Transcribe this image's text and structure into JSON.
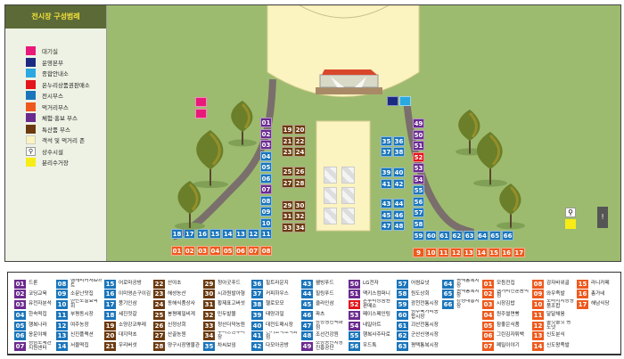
{
  "colors": {
    "purple": "#6a2a8e",
    "blue": "#1a75bb",
    "brown": "#6b3a10",
    "orange": "#ee5a1e",
    "red": "#e3141b",
    "pink": "#e8197a",
    "navy": "#1b2b82",
    "cyan": "#2aa8e0",
    "cream": "#fbf3c0",
    "yellow": "#f7ec16",
    "grass": "#9dbb6e"
  },
  "legend": {
    "title": "전시장 구성범례",
    "items": [
      {
        "label": "대기실",
        "color": "#e8197a"
      },
      {
        "label": "운영본부",
        "color": "#1b2b82"
      },
      {
        "label": "종합안내소",
        "color": "#2aa8e0"
      },
      {
        "label": "온누리상품권판매소",
        "color": "#e3141b"
      },
      {
        "label": "전시부스",
        "color": "#1a75bb"
      },
      {
        "label": "먹거리부스",
        "color": "#ee5a1e"
      },
      {
        "label": "체험·홍보 부스",
        "color": "#6a2a8e"
      },
      {
        "label": "특산품 부스",
        "color": "#6b3a10"
      },
      {
        "label": "객석 및 먹거리 존",
        "color": "#fbf3c0"
      },
      {
        "label": "상수시설",
        "icon": "faucet-icon"
      },
      {
        "label": "분리수거장",
        "color": "#f7ec16"
      }
    ]
  },
  "map": {
    "groups": [
      {
        "name": "left-column",
        "labels": [
          "01",
          "02",
          "03",
          "04",
          "05",
          "06",
          "07",
          "08",
          "09",
          "10"
        ],
        "types": [
          "purple",
          "purple",
          "purple",
          "blue",
          "blue",
          "blue",
          "purple",
          "blue",
          "blue",
          "blue"
        ]
      },
      {
        "name": "left-row",
        "labels": [
          "18",
          "17",
          "16",
          "15",
          "14",
          "13",
          "12",
          "11"
        ],
        "type": "blue"
      },
      {
        "name": "left-food-row",
        "labels": [
          "01",
          "02",
          "03",
          "04",
          "05",
          "06",
          "07",
          "08"
        ],
        "type": "orange"
      },
      {
        "name": "brown-block",
        "labels": [
          "19",
          "20",
          "21",
          "22",
          "23",
          "24",
          "25",
          "26",
          "27",
          "28",
          "29",
          "30",
          "31",
          "32",
          "33",
          "34"
        ],
        "type": "brown"
      },
      {
        "name": "blue-block",
        "labels": [
          "35",
          "36",
          "37",
          "38",
          "39",
          "40",
          "41",
          "42",
          "43",
          "44",
          "45",
          "46",
          "47",
          "48"
        ],
        "type": "blue"
      },
      {
        "name": "right-column",
        "labels": [
          "49",
          "50",
          "51",
          "52",
          "53",
          "54",
          "55",
          "56",
          "57",
          "58"
        ],
        "types": [
          "purple",
          "purple",
          "purple",
          "red",
          "purple",
          "purple",
          "blue",
          "blue",
          "blue",
          "blue"
        ]
      },
      {
        "name": "right-row",
        "labels": [
          "59",
          "60",
          "61",
          "62",
          "63",
          "64",
          "65",
          "66"
        ],
        "type": "blue"
      },
      {
        "name": "right-food-row",
        "labels": [
          "9",
          "10",
          "11",
          "12",
          "13",
          "14",
          "15",
          "16",
          "17"
        ],
        "type": "orange"
      }
    ]
  },
  "directory": [
    [
      [
        "01",
        "드론",
        "purple"
      ],
      [
        "02",
        "코딩교육",
        "purple"
      ],
      [
        "03",
        "유전자분석",
        "purple"
      ],
      [
        "04",
        "한속떡집",
        "blue"
      ],
      [
        "05",
        "행복나라",
        "blue"
      ],
      [
        "06",
        "응운야채",
        "blue"
      ],
      [
        "07",
        "경남도세관지원센터",
        "purple"
      ]
    ],
    [
      [
        "08",
        "행캐리커처&아트",
        "blue"
      ],
      [
        "09",
        "소문난맛집",
        "blue"
      ],
      [
        "10",
        "한반도발효학회",
        "blue"
      ],
      [
        "11",
        "부평동시장",
        "blue"
      ],
      [
        "12",
        "여주농장",
        "blue"
      ],
      [
        "13",
        "신진플랙션",
        "blue"
      ],
      [
        "14",
        "서울떡집",
        "blue"
      ]
    ],
    [
      [
        "15",
        "어로마공방",
        "blue"
      ],
      [
        "16",
        "이미영손구이김",
        "blue"
      ],
      [
        "17",
        "풍기인삼",
        "blue"
      ],
      [
        "18",
        "세진젓갈",
        "blue"
      ],
      [
        "19",
        "소양강코뿌레",
        "brown"
      ],
      [
        "20",
        "대지약초",
        "brown"
      ],
      [
        "21",
        "우리버섯",
        "brown"
      ]
    ],
    [
      [
        "22",
        "산야초",
        "brown"
      ],
      [
        "23",
        "해성농산",
        "brown"
      ],
      [
        "24",
        "동해식품상사",
        "brown"
      ],
      [
        "25",
        "봉평메밀비게",
        "brown"
      ],
      [
        "26",
        "신정상회",
        "brown"
      ],
      [
        "27",
        "산골농원",
        "brown"
      ],
      [
        "28",
        "양구시장명물관",
        "brown"
      ]
    ],
    [
      [
        "29",
        "청아굿푸드",
        "brown"
      ],
      [
        "30",
        "시과원발아형",
        "brown"
      ],
      [
        "31",
        "황제표고버섯",
        "brown"
      ],
      [
        "32",
        "민두발몰",
        "brown"
      ],
      [
        "33",
        "청산더덕농원",
        "brown"
      ],
      [
        "34",
        "우리농원우리장",
        "brown"
      ],
      [
        "35",
        "차씨보임",
        "blue"
      ]
    ],
    [
      [
        "36",
        "힐트라운지",
        "blue"
      ],
      [
        "37",
        "커피하우스",
        "blue"
      ],
      [
        "38",
        "헬로모모",
        "blue"
      ],
      [
        "39",
        "태양과일",
        "blue"
      ],
      [
        "40",
        "대전도매시장",
        "blue"
      ],
      [
        "41",
        "천기초약초백화점",
        "blue"
      ],
      [
        "42",
        "다모아공방",
        "blue"
      ]
    ],
    [
      [
        "43",
        "웰빙푸드",
        "blue"
      ],
      [
        "44",
        "힐링푸드",
        "blue"
      ],
      [
        "45",
        "클라인삼",
        "blue"
      ],
      [
        "46",
        "파츠",
        "blue"
      ],
      [
        "47",
        "상상생선백화점",
        "blue"
      ],
      [
        "48",
        "조선건강원",
        "blue"
      ],
      [
        "49",
        "소상공인시장진흥공단",
        "purple"
      ]
    ],
    [
      [
        "50",
        "LG전자",
        "purple"
      ],
      [
        "51",
        "맥키스컴퍼니",
        "purple"
      ],
      [
        "52",
        "온누리상품권판매소",
        "red"
      ],
      [
        "53",
        "페이스페인팅",
        "purple"
      ],
      [
        "54",
        "네일아트",
        "purple"
      ],
      [
        "55",
        "행복사주타로",
        "blue"
      ],
      [
        "56",
        "우드톡",
        "blue"
      ]
    ],
    [
      [
        "57",
        "어썸요넛",
        "blue"
      ],
      [
        "58",
        "원도상회",
        "blue"
      ],
      [
        "59",
        "광천전통시장",
        "blue"
      ],
      [
        "60",
        "청주육거리종합시장",
        "blue"
      ],
      [
        "61",
        "괴산전통시장",
        "blue"
      ],
      [
        "62",
        "군산신영시장",
        "blue"
      ],
      [
        "63",
        "평택통복시장",
        "blue"
      ]
    ],
    [
      [
        "64",
        "평택통복시장",
        "blue"
      ],
      [
        "65",
        "평택통복시장",
        "blue"
      ],
      [
        "66",
        "강경대흥시장",
        "blue"
      ]
    ],
    [
      [
        "01",
        "모듬전집",
        "orange"
      ],
      [
        "02",
        "행거리전문음식점",
        "orange"
      ],
      [
        "03",
        "시장김밥",
        "orange"
      ],
      [
        "04",
        "원주썰면빵",
        "orange"
      ],
      [
        "05",
        "참좋은식품",
        "orange"
      ],
      [
        "06",
        "그린김자튀백",
        "orange"
      ],
      [
        "07",
        "폐밀이야기",
        "orange"
      ]
    ],
    [
      [
        "08",
        "감자바위골",
        "orange"
      ],
      [
        "09",
        "와우족발",
        "orange"
      ],
      [
        "10",
        "도라지시장명품조합",
        "orange"
      ],
      [
        "11",
        "달달채움",
        "orange"
      ],
      [
        "12",
        "쫄깃쫄깃 빵도넛",
        "orange"
      ],
      [
        "13",
        "신도분식",
        "orange"
      ],
      [
        "14",
        "신도왕족발",
        "orange"
      ]
    ],
    [
      [
        "15",
        "라니카페",
        "orange"
      ],
      [
        "16",
        "총가네",
        "orange"
      ],
      [
        "17",
        "해남식당",
        "orange"
      ]
    ]
  ]
}
